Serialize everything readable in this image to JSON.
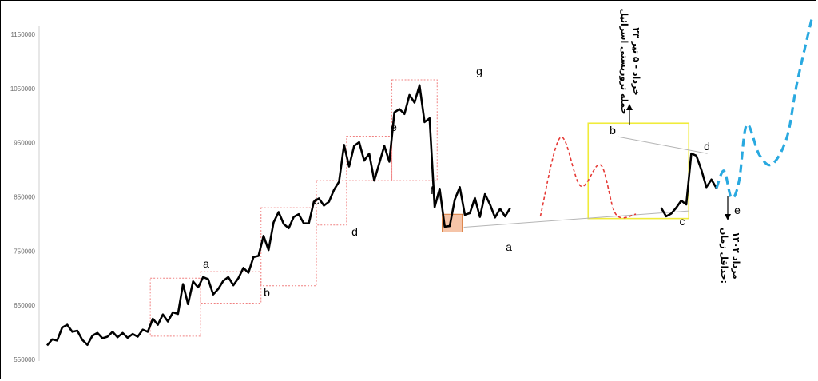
{
  "chart_data": {
    "type": "line",
    "y_ticks": [
      "1150000",
      "1050000",
      "950000",
      "850000",
      "750000",
      "650000",
      "550000"
    ],
    "ylim": [
      550000,
      1150000
    ],
    "grid": false,
    "legend": "none",
    "colors": {
      "price": "#000000",
      "projection_red": "#e53935",
      "projection_blue": "#29a9e0",
      "box_yellow": "#f0ec3a",
      "box_pink": "#f08080",
      "box_orange": "#f5c4a8"
    },
    "series": [
      {
        "style": "price",
        "x": [
          0,
          1,
          2,
          3,
          4,
          5,
          6,
          7,
          8,
          9,
          10,
          11,
          12,
          13,
          14,
          15,
          16,
          17,
          18,
          19,
          20,
          21,
          22,
          23,
          24,
          25,
          26,
          27,
          28,
          29,
          30,
          31,
          32,
          33,
          34,
          35,
          36,
          37,
          38,
          39,
          40,
          41,
          42,
          43,
          44,
          45,
          46,
          47,
          48,
          49,
          50,
          51,
          52,
          53,
          54,
          55,
          56,
          57,
          58,
          59,
          60,
          61,
          62,
          63,
          64,
          65,
          66,
          67,
          68,
          69,
          70,
          71,
          72,
          73,
          74,
          75,
          76,
          77,
          78,
          79,
          80,
          81,
          82,
          83,
          84,
          85,
          86,
          87,
          88,
          89,
          90,
          91,
          92
        ],
        "values": [
          576000,
          587000,
          585000,
          609000,
          614000,
          601000,
          603000,
          586000,
          577000,
          594000,
          599000,
          589000,
          592000,
          601000,
          591000,
          599000,
          590000,
          597000,
          592000,
          605000,
          601000,
          625000,
          614000,
          633000,
          620000,
          637000,
          634000,
          689000,
          652000,
          694000,
          683000,
          702000,
          698000,
          670000,
          680000,
          695000,
          702000,
          687000,
          700000,
          719000,
          710000,
          739000,
          741000,
          778000,
          752000,
          803000,
          822000,
          800000,
          792000,
          813000,
          818000,
          801000,
          801000,
          841000,
          847000,
          834000,
          841000,
          863000,
          878000,
          946000,
          906000,
          944000,
          951000,
          917000,
          930000,
          880000,
          912000,
          944000,
          915000,
          1006000,
          1012000,
          1003000,
          1038000,
          1024000,
          1056000,
          988000,
          995000,
          831000,
          865000,
          795000,
          796000,
          845000,
          868000,
          817000,
          820000,
          848000,
          813000,
          855000,
          836000,
          812000,
          828000,
          814000,
          829000
        ]
      },
      {
        "style": "price",
        "x": [
          122,
          123,
          124,
          125,
          126,
          127,
          128,
          129,
          130,
          131,
          132,
          133
        ],
        "values": [
          830000,
          814000,
          819000,
          830000,
          843000,
          836000,
          930000,
          926000,
          900000,
          868000,
          882000,
          866000
        ]
      },
      {
        "style": "projection_red",
        "x": [
          98,
          102,
          106,
          110,
          113,
          117
        ],
        "values": [
          814000,
          960000,
          870000,
          909000,
          818000,
          818000
        ]
      },
      {
        "style": "projection_blue",
        "x": [
          133,
          134.5,
          136,
          137.5,
          139,
          141.5,
          144,
          147,
          149,
          152
        ],
        "values": [
          866000,
          898000,
          848000,
          880000,
          983000,
          928000,
          910000,
          960000,
          1060000,
          1182000
        ]
      }
    ],
    "wave_labels": [
      "a",
      "b",
      "c",
      "d",
      "e",
      "f",
      "g",
      "a",
      "b",
      "c",
      "d",
      "e"
    ],
    "annotations": {
      "top_note": [
        "حمله تروریستی اسرائیل",
        "۲۳ خرداد - ۵ تیر"
      ],
      "bottom_note": [
        "حداقل زمان:",
        "مرداد ۱۴۰۴"
      ]
    }
  }
}
